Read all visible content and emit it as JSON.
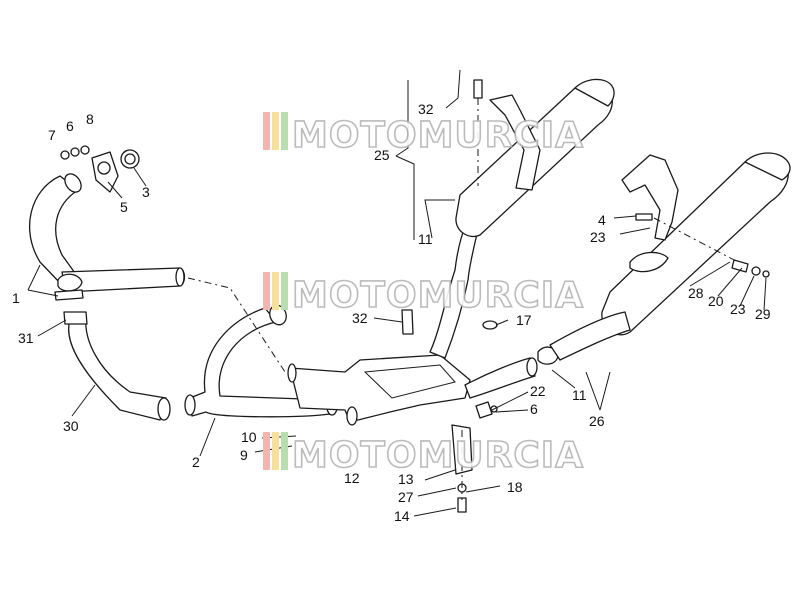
{
  "watermark": {
    "text": "MOTOMURCIA",
    "stripe_colors": [
      "#f2b6ae",
      "#f5e09c",
      "#b9ddb1"
    ]
  },
  "callouts": [
    {
      "id": "c1",
      "text": "1"
    },
    {
      "id": "c2",
      "text": "2"
    },
    {
      "id": "c3",
      "text": "3"
    },
    {
      "id": "c4",
      "text": "4"
    },
    {
      "id": "c5",
      "text": "5"
    },
    {
      "id": "c6a",
      "text": "6"
    },
    {
      "id": "c6b",
      "text": "6"
    },
    {
      "id": "c7",
      "text": "7"
    },
    {
      "id": "c8",
      "text": "8"
    },
    {
      "id": "c9",
      "text": "9"
    },
    {
      "id": "c10",
      "text": "10"
    },
    {
      "id": "c11a",
      "text": "11"
    },
    {
      "id": "c11b",
      "text": "11"
    },
    {
      "id": "c12",
      "text": "12"
    },
    {
      "id": "c13",
      "text": "13"
    },
    {
      "id": "c14",
      "text": "14"
    },
    {
      "id": "c17",
      "text": "17"
    },
    {
      "id": "c18",
      "text": "18"
    },
    {
      "id": "c20",
      "text": "20"
    },
    {
      "id": "c22",
      "text": "22"
    },
    {
      "id": "c23a",
      "text": "23"
    },
    {
      "id": "c23b",
      "text": "23"
    },
    {
      "id": "c25",
      "text": "25"
    },
    {
      "id": "c26",
      "text": "26"
    },
    {
      "id": "c27",
      "text": "27"
    },
    {
      "id": "c28",
      "text": "28"
    },
    {
      "id": "c29",
      "text": "29"
    },
    {
      "id": "c30",
      "text": "30"
    },
    {
      "id": "c31",
      "text": "31"
    },
    {
      "id": "c32a",
      "text": "32"
    },
    {
      "id": "c32b",
      "text": "32"
    }
  ]
}
